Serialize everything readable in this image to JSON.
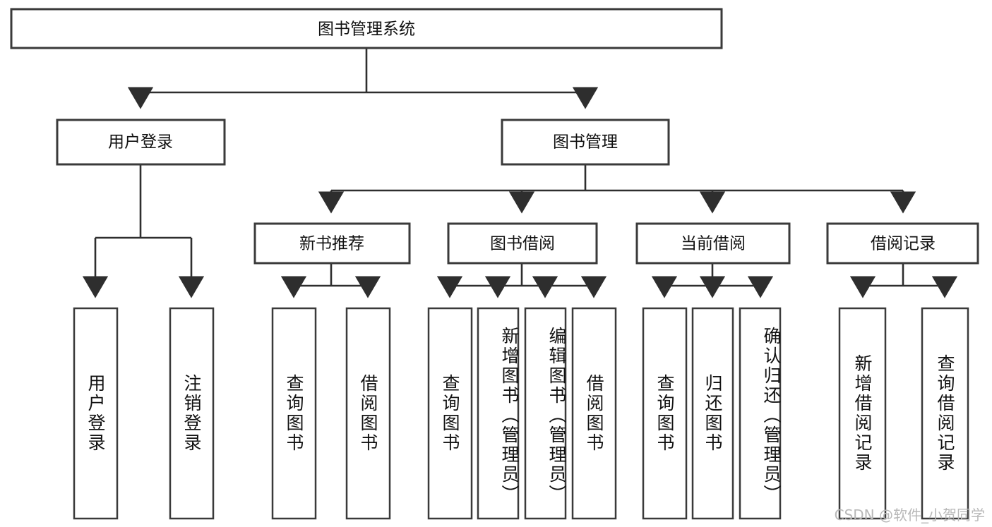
{
  "diagram": {
    "type": "tree-hierarchy",
    "title": "图书管理系统",
    "root": {
      "label": "图书管理系统",
      "children": [
        {
          "label": "用户登录",
          "children": [
            {
              "label": "用户登录"
            },
            {
              "label": "注销登录"
            }
          ]
        },
        {
          "label": "图书管理",
          "children": [
            {
              "label": "新书推荐",
              "children": [
                {
                  "label": "查询图书"
                },
                {
                  "label": "借阅图书"
                }
              ]
            },
            {
              "label": "图书借阅",
              "children": [
                {
                  "label": "查询图书"
                },
                {
                  "label": "新增图书（管理员）"
                },
                {
                  "label": "编辑图书（管理员）"
                },
                {
                  "label": "借阅图书"
                }
              ]
            },
            {
              "label": "当前借阅",
              "children": [
                {
                  "label": "查询图书"
                },
                {
                  "label": "归还图书"
                },
                {
                  "label": "确认归还（管理员）"
                }
              ]
            },
            {
              "label": "借阅记录",
              "children": [
                {
                  "label": "新增借阅记录"
                },
                {
                  "label": "查询借阅记录"
                }
              ]
            }
          ]
        }
      ]
    },
    "nodes": {
      "root": "图书管理系统",
      "user_login": "用户登录",
      "book_manage": "图书管理",
      "new_book_recommend": "新书推荐",
      "book_borrow": "图书借阅",
      "current_borrow": "当前借阅",
      "borrow_record": "借阅记录",
      "leaf_user_login": "用户登录",
      "leaf_logout": "注销登录",
      "leaf_query_book_1": "查询图书",
      "leaf_borrow_book_1": "借阅图书",
      "leaf_query_book_2": "查询图书",
      "leaf_add_book_admin": "新增图书（管理员）",
      "leaf_edit_book_admin": "编辑图书（管理员）",
      "leaf_borrow_book_2": "借阅图书",
      "leaf_query_book_3": "查询图书",
      "leaf_return_book": "归还图书",
      "leaf_confirm_return_admin": "确认归还（管理员）",
      "leaf_add_record": "新增借阅记录",
      "leaf_query_record": "查询借阅记录"
    },
    "colors": {
      "box_fill": "#ffffff",
      "box_stroke": "#3a3a3a",
      "connector": "#2e2e2e",
      "text": "#111111",
      "watermark": "#b8b8b8",
      "background": "#ffffff"
    }
  },
  "watermark": {
    "text": "CSDN @软件_小贺同学"
  }
}
